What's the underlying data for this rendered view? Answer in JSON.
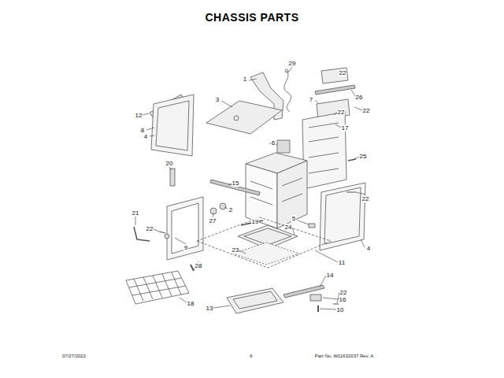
{
  "diagram": {
    "title": "CHASSIS PARTS",
    "labels": [
      "29",
      "22",
      "1",
      "12",
      "3",
      "7",
      "26",
      "8",
      "22",
      "22",
      "17",
      "4",
      "6",
      "25",
      "20",
      "15",
      "22",
      "2",
      "27",
      "21",
      "19",
      "5",
      "24",
      "22",
      "9",
      "23",
      "4",
      "11",
      "28",
      "14",
      "22",
      "18",
      "13",
      "16",
      "10",
      "07/27/2022",
      "6",
      "Part No. W11632037 Rev. A"
    ]
  }
}
